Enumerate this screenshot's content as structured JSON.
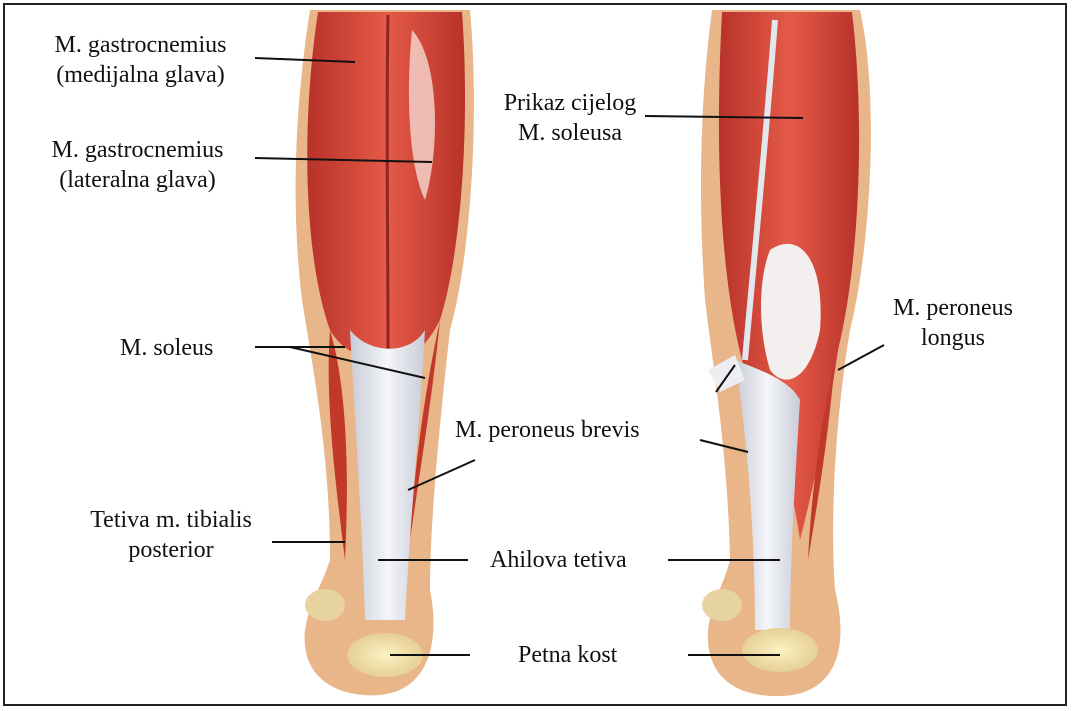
{
  "labels": {
    "gastro_med_1": "M. gastrocnemius",
    "gastro_med_2": "(medijalna glava)",
    "gastro_lat_1": "M. gastrocnemius",
    "gastro_lat_2": "(lateralna glava)",
    "soleus": "M. soleus",
    "tibialis_1": "Tetiva m. tibialis",
    "tibialis_2": "posterior",
    "prikaz_1": "Prikaz cijelog",
    "prikaz_2": "M. soleusa",
    "peroneus_longus_1": "M. peroneus",
    "peroneus_longus_2": "longus",
    "peroneus_brevis": "M. peroneus brevis",
    "achilles": "Ahilova tetiva",
    "heel": "Petna kost"
  },
  "colors": {
    "muscle": "#d8483c",
    "muscle_dark": "#b8322a",
    "muscle_light": "#ec7a6a",
    "tendon": "#e8eaf0",
    "bone": "#f1e3a6",
    "skin": "#e9b68a",
    "line": "#111111"
  }
}
